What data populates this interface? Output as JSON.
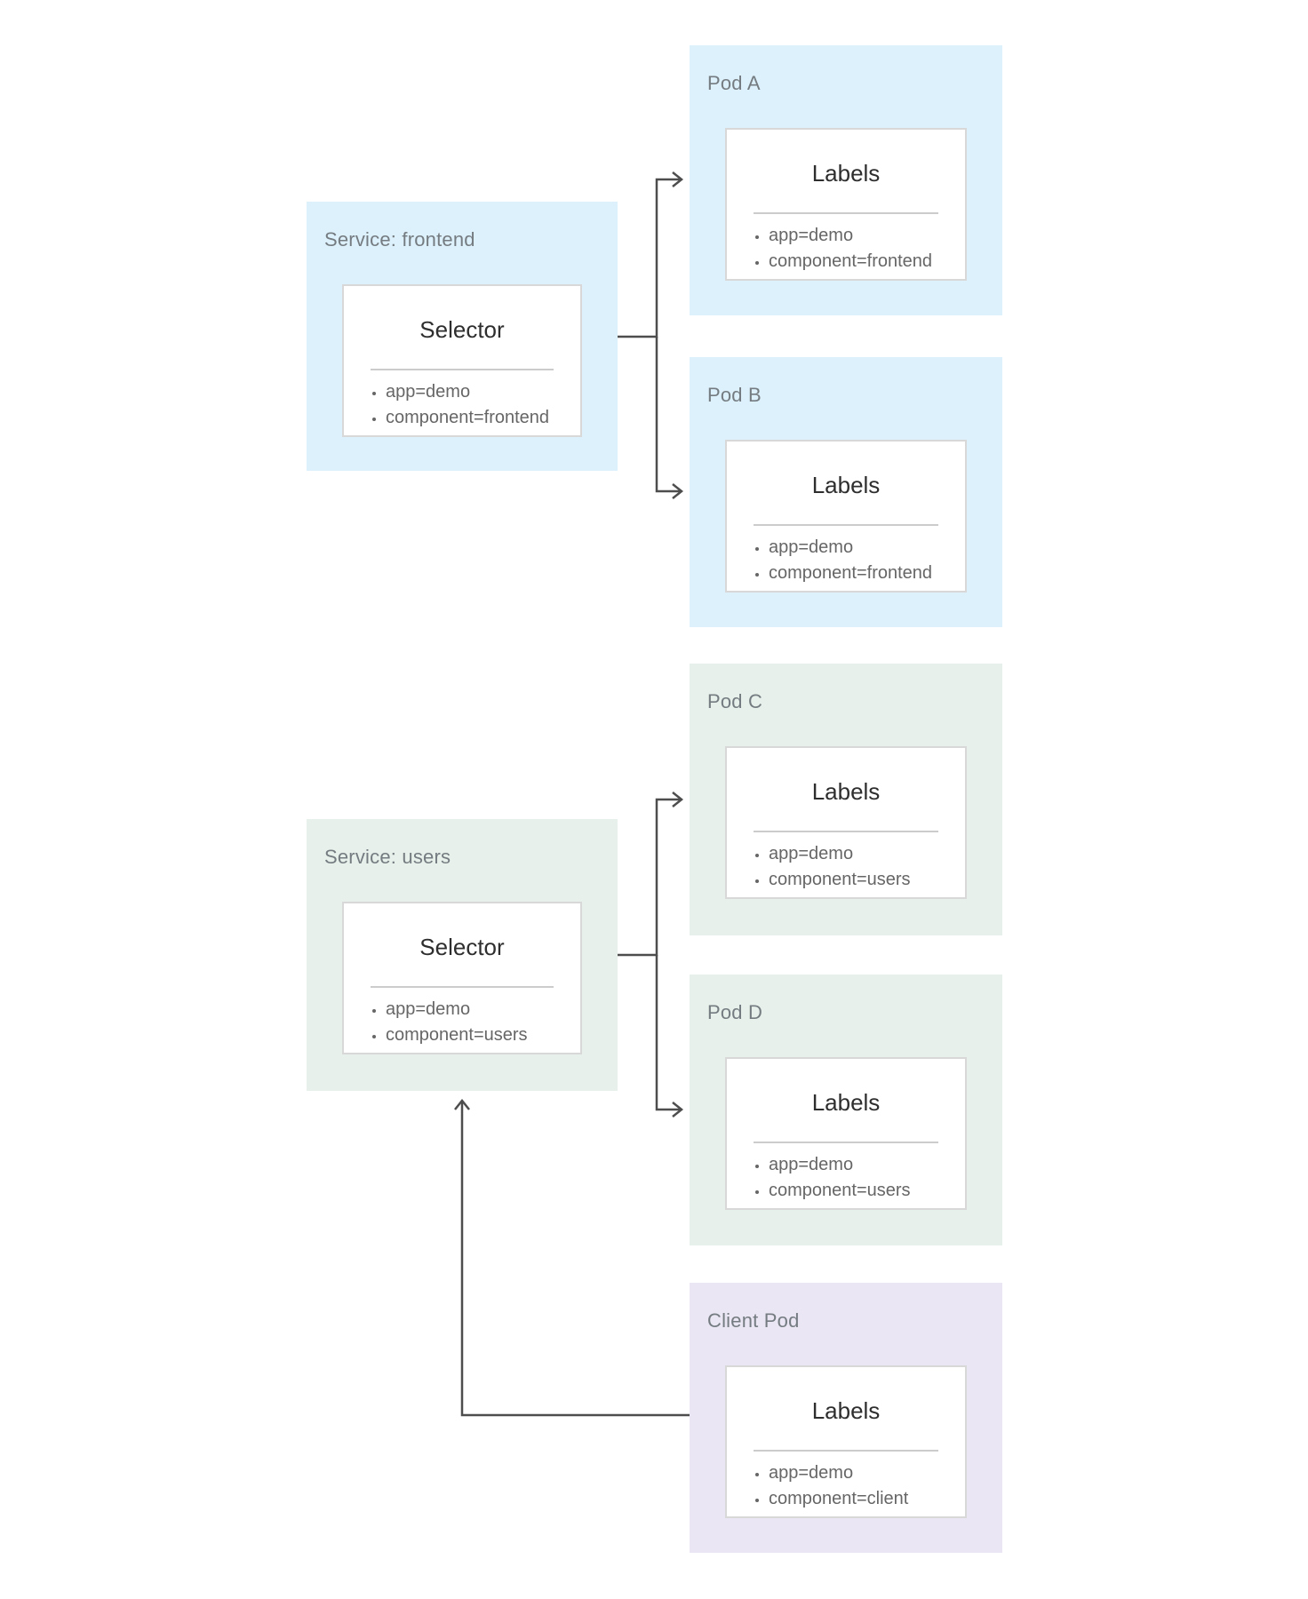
{
  "diagram": {
    "description": "Kubernetes services selecting pods by labels",
    "colors": {
      "service_frontend_blue": "#ddf1fc",
      "service_users_green": "#e7f0ea",
      "client_pod_purple": "#eae6f3",
      "card_background": "#ffffff",
      "card_border": "#d8d8d8",
      "divider": "#cccccc",
      "group_title_text": "#757c81",
      "card_heading_text": "#2e2e2e",
      "list_item_text": "#666666",
      "arrow_line": "#4d4d4d"
    },
    "boxes": [
      {
        "title": "Service: frontend",
        "heading": "Selector",
        "items": [
          "app=demo",
          "component=frontend"
        ]
      },
      {
        "title": "Pod A",
        "heading": "Labels",
        "items": [
          "app=demo",
          "component=frontend"
        ]
      },
      {
        "title": "Pod B",
        "heading": "Labels",
        "items": [
          "app=demo",
          "component=frontend"
        ]
      },
      {
        "title": "Pod C",
        "heading": "Labels",
        "items": [
          "app=demo",
          "component=users"
        ]
      },
      {
        "title": "Service: users",
        "heading": "Selector",
        "items": [
          "app=demo",
          "component=users"
        ]
      },
      {
        "title": "Pod D",
        "heading": "Labels",
        "items": [
          "app=demo",
          "component=users"
        ]
      },
      {
        "title": "Client Pod",
        "heading": "Labels",
        "items": [
          "app=demo",
          "component=client"
        ]
      }
    ],
    "connections": [
      {
        "from": "Service: frontend",
        "to": "Pod A"
      },
      {
        "from": "Service: frontend",
        "to": "Pod B"
      },
      {
        "from": "Service: users",
        "to": "Pod C"
      },
      {
        "from": "Service: users",
        "to": "Pod D"
      },
      {
        "from": "Client Pod",
        "to": "Service: users"
      }
    ]
  }
}
